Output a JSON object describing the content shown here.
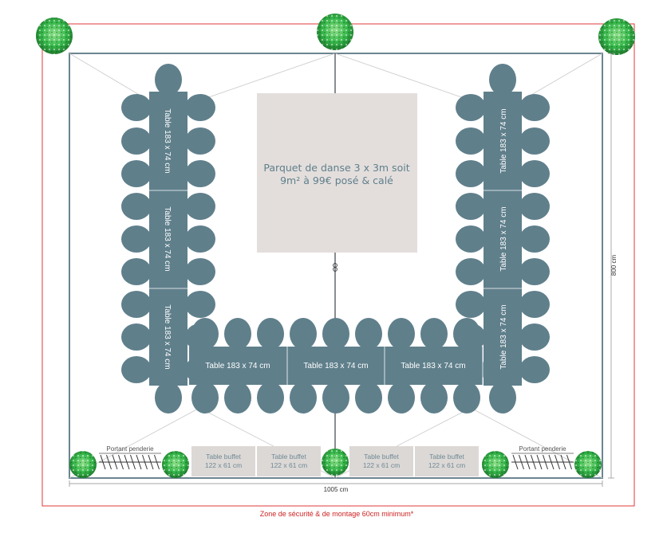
{
  "dance_floor": {
    "line1": "Parquet de danse 3 x 3m  soit",
    "line2": "9m² à 99€ posé & calé"
  },
  "tables": [
    {
      "id": "left-top",
      "label": "Table 183 x 74 cm"
    },
    {
      "id": "left-middle",
      "label": "Table 183 x 74 cm"
    },
    {
      "id": "left-bottom",
      "label": "Table 183 x 74 cm"
    },
    {
      "id": "bottom-left",
      "label": "Table 183 x 74 cm"
    },
    {
      "id": "bottom-center",
      "label": "Table 183 x 74 cm"
    },
    {
      "id": "bottom-right",
      "label": "Table 183 x 74 cm"
    },
    {
      "id": "right-top",
      "label": "Table 183 x 74 cm"
    },
    {
      "id": "right-middle",
      "label": "Table 183 x 74 cm"
    },
    {
      "id": "right-bottom",
      "label": "Table 183 x 74 cm"
    }
  ],
  "buffets": [
    {
      "line1": "Table buffet",
      "line2": "122 x 61 cm"
    },
    {
      "line1": "Table buffet",
      "line2": "122 x 61 cm"
    },
    {
      "line1": "Table buffet",
      "line2": "122 x 61 cm"
    },
    {
      "line1": "Table buffet",
      "line2": "122 x 61 cm"
    }
  ],
  "racks": [
    {
      "label": "Portant penderie"
    },
    {
      "label": "Portant penderie"
    }
  ],
  "dimensions": {
    "width": "1005 cm",
    "height": "800 cm"
  },
  "safety_zone": "Zone de sécurité & de montage 60cm minimum*",
  "colors": {
    "table": "#5f7f8b",
    "dance_floor": "#e3dedc",
    "buffet": "#dcd8d6",
    "safety_line": "#e03a3a",
    "tent_outline": "#6b8590",
    "plant": "#36b84a"
  }
}
